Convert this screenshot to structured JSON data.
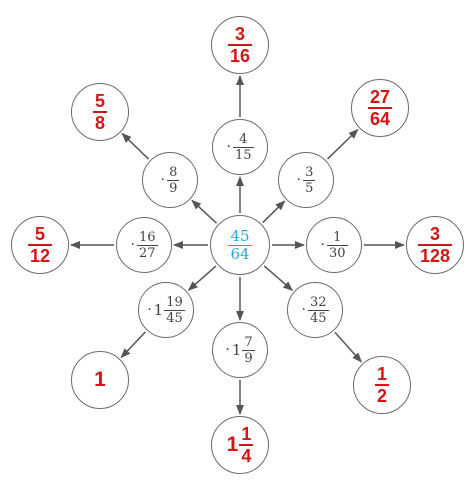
{
  "center": {
    "num": "45",
    "den": "64"
  },
  "operations": [
    {
      "id": "n",
      "whole": "",
      "num": "4",
      "den": "15"
    },
    {
      "id": "ne",
      "whole": "",
      "num": "3",
      "den": "5"
    },
    {
      "id": "e",
      "whole": "",
      "num": "1",
      "den": "30"
    },
    {
      "id": "se",
      "whole": "",
      "num": "32",
      "den": "45"
    },
    {
      "id": "s",
      "whole": "1",
      "num": "7",
      "den": "9"
    },
    {
      "id": "sw",
      "whole": "1",
      "num": "19",
      "den": "45"
    },
    {
      "id": "w",
      "whole": "",
      "num": "16",
      "den": "27"
    },
    {
      "id": "nw",
      "whole": "",
      "num": "8",
      "den": "9"
    }
  ],
  "results": [
    {
      "id": "n",
      "whole": "",
      "num": "3",
      "den": "16"
    },
    {
      "id": "ne",
      "whole": "",
      "num": "27",
      "den": "64"
    },
    {
      "id": "e",
      "whole": "",
      "num": "3",
      "den": "128"
    },
    {
      "id": "se",
      "whole": "",
      "num": "1",
      "den": "2"
    },
    {
      "id": "s",
      "whole": "1",
      "num": "1",
      "den": "4"
    },
    {
      "id": "sw",
      "whole": "1",
      "num": "",
      "den": ""
    },
    {
      "id": "w",
      "whole": "",
      "num": "5",
      "den": "12"
    },
    {
      "id": "nw",
      "whole": "",
      "num": "5",
      "den": "8"
    }
  ],
  "multiply_symbol": "·",
  "colors": {
    "answer": "#d41515",
    "center": "#2aa7d6",
    "stroke": "#6b6b6b"
  }
}
